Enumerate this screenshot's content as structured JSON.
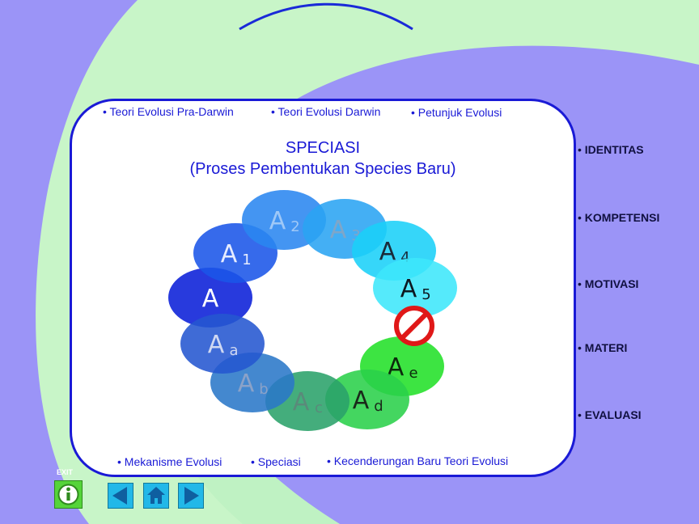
{
  "top_links": [
    "Teori Evolusi Pra-Darwin",
    "Teori Evolusi Darwin",
    "Petunjuk Evolusi"
  ],
  "title": "SPECIASI",
  "subtitle": "(Proses Pembentukan Species Baru)",
  "bottom_links": [
    "Mekanisme Evolusi",
    "Speciasi",
    "Kecenderungan Baru Teori Evolusi"
  ],
  "side_menu": [
    "IDENTITAS",
    "KOMPETENSI",
    "MOTIVASI",
    "MATERI",
    "EVALUASI"
  ],
  "exit_label": "EXIT",
  "ring": [
    {
      "base": "A",
      "sub": "",
      "color": "#0a1fd8",
      "text_color": "#ffffff"
    },
    {
      "base": "A",
      "sub": "1",
      "color": "#1a55e8",
      "text_color": "#e6ecff"
    },
    {
      "base": "A",
      "sub": "2",
      "color": "#2a86f0",
      "text_color": "#9fc8f7"
    },
    {
      "base": "A",
      "sub": "3",
      "color": "#2aa4f2",
      "text_color": "#7fa6c8"
    },
    {
      "base": "A",
      "sub": "4",
      "color": "#1ad0f8",
      "text_color": "#1a2a3a"
    },
    {
      "base": "A",
      "sub": "5",
      "color": "#3de7fb",
      "text_color": "#0d1820"
    },
    {
      "base": "A",
      "sub": "e",
      "color": "#22e028",
      "text_color": "#0c2a0c"
    },
    {
      "base": "A",
      "sub": "d",
      "color": "#2ad04a",
      "text_color": "#1a2a1a"
    },
    {
      "base": "A",
      "sub": "c",
      "color": "#2aa26a",
      "text_color": "#5a8a7a"
    },
    {
      "base": "A",
      "sub": "b",
      "color": "#2a78c8",
      "text_color": "#8aa2c8"
    },
    {
      "base": "A",
      "sub": "a",
      "color": "#2456d0",
      "text_color": "#cfd8f2"
    }
  ],
  "colors": {
    "accent": "#1a1ad6",
    "background": "#9b94f7",
    "swoosh": "#c8f5c8",
    "nav_button": "#22b8e8",
    "info_button": "#55d43a",
    "barrier": "#e01818"
  },
  "icons": [
    "info-icon",
    "arrow-left-icon",
    "home-icon",
    "arrow-right-icon",
    "no-entry-icon"
  ]
}
